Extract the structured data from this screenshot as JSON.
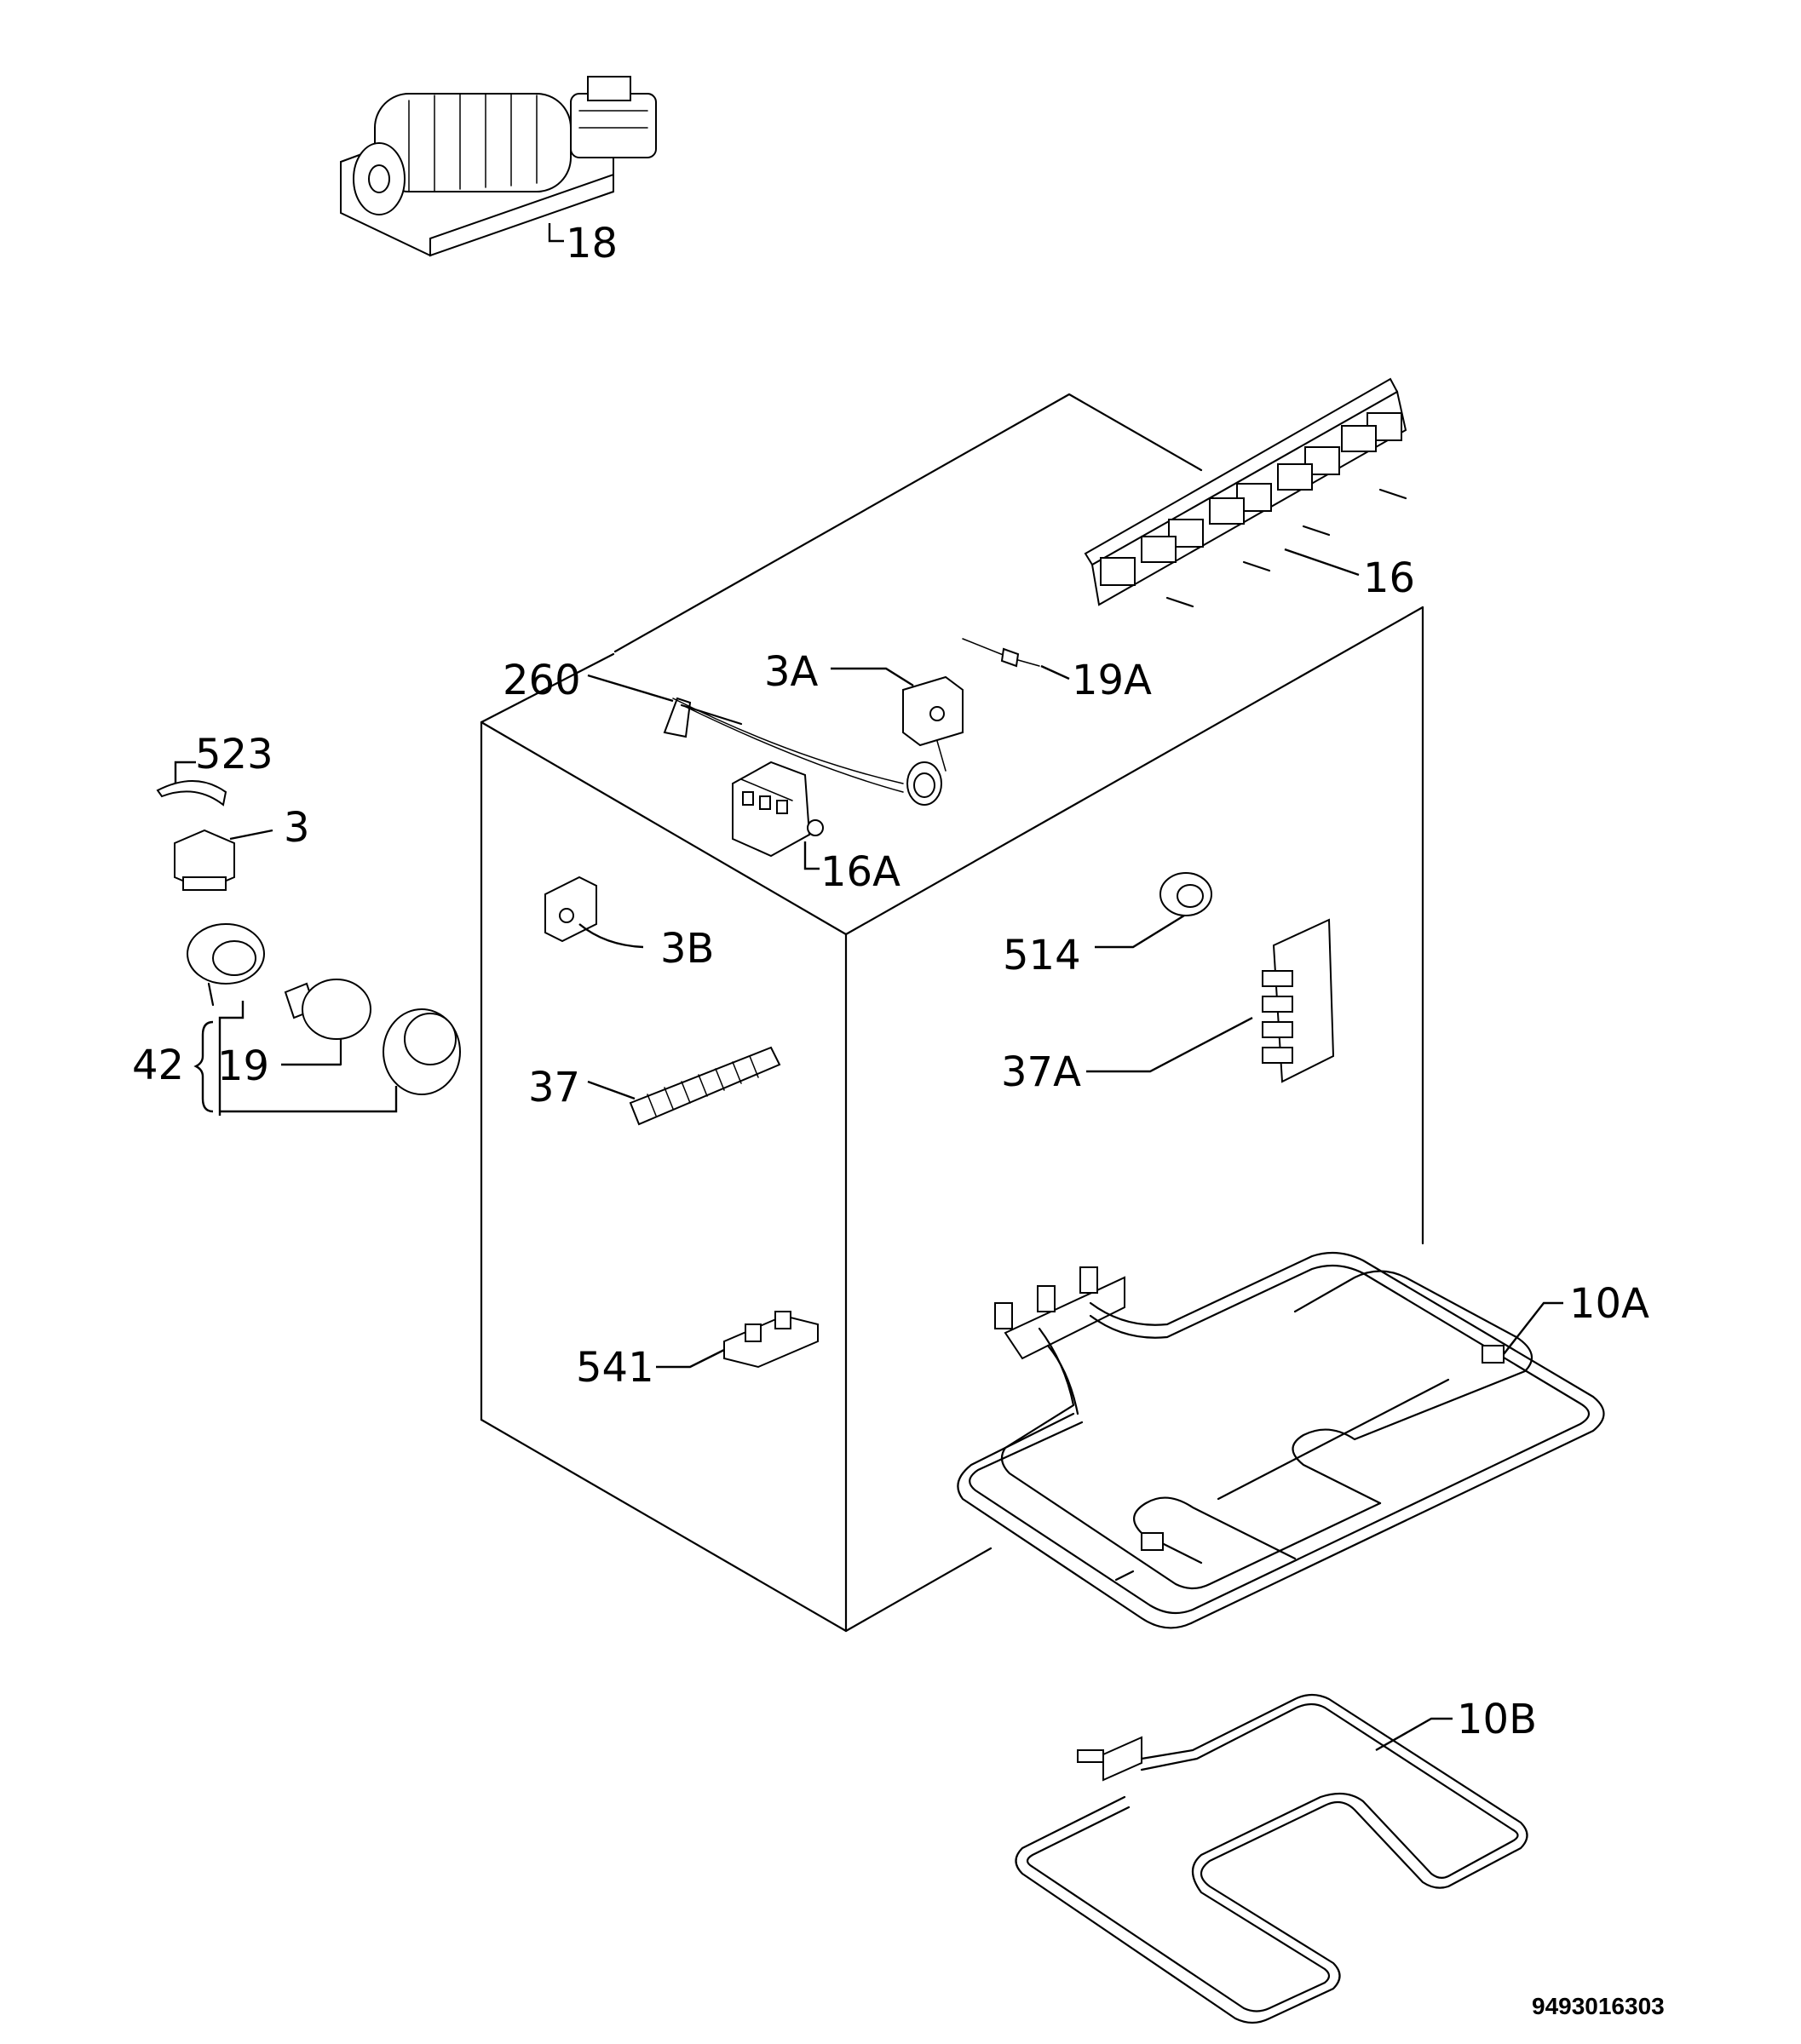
{
  "diagram": {
    "reference_number": "9493016303",
    "callouts": {
      "c18": "18",
      "c16": "16",
      "c260": "260",
      "c3A": "3A",
      "c19A": "19A",
      "c523": "523",
      "c3": "3",
      "c16A": "16A",
      "c3B": "3B",
      "c514": "514",
      "c42": "42",
      "c19": "19",
      "c37": "37",
      "c37A": "37A",
      "c10A": "10A",
      "c541": "541",
      "c10B": "10B"
    }
  }
}
